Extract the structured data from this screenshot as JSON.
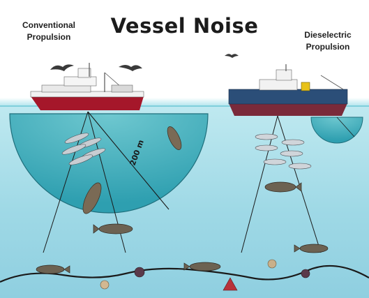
{
  "header": {
    "title": "Vessel Noise",
    "left_label": [
      "Conventional",
      "Propulsion"
    ],
    "right_label": [
      "Dieselectric",
      "Propulsion"
    ]
  },
  "annotations": {
    "distance_label": "200 m"
  },
  "colors": {
    "sea_surface": "#bfe9f0",
    "noise_cone": "#3aa8b6",
    "hull": "#a5172a",
    "seafloor": "#1a1a1a"
  }
}
